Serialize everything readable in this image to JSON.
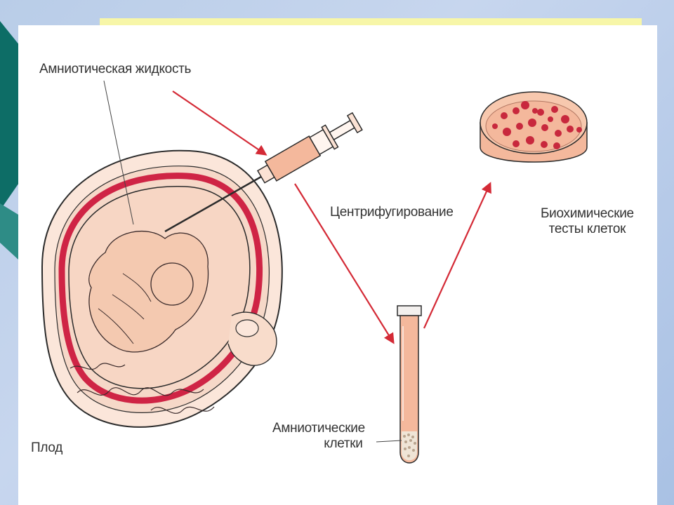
{
  "labels": {
    "amniotic_fluid": "Амниотическая жидкость",
    "centrifugation": "Центрифугирование",
    "biochem_line1": "Биохимические",
    "biochem_line2": "тесты клеток",
    "amniotic_cells_line1": "Амниотические",
    "amniotic_cells_line2": "клетки",
    "fetus": "Плод"
  },
  "colors": {
    "arrow": "#d42a36",
    "uterus_red": "#cf2445",
    "skin": "#f4c9b0",
    "fluid": "#f6d2bf",
    "teal": "#0d6d66",
    "yellow": "#f7f6a8"
  }
}
